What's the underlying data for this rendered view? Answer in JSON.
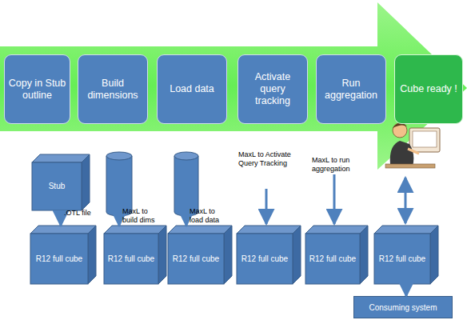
{
  "diagram": {
    "nodes": [
      {
        "text": [
          "Copy in Stub outline"
        ]
      },
      {
        "text": [
          "Build dimensions"
        ]
      },
      {
        "text": [
          "Load data"
        ]
      },
      {
        "text": [
          "Activate query tracking"
        ]
      },
      {
        "text": [
          "Run aggregation"
        ]
      },
      {
        "text": [
          "Cube ready !"
        ]
      },
      {
        "text": [
          "Stub"
        ]
      },
      {
        "text": []
      },
      {
        "text": []
      },
      {
        "text": [
          "R12 full cube"
        ]
      },
      {
        "text": [
          "R12 full cube"
        ]
      },
      {
        "text": [
          "R12 full cube"
        ]
      },
      {
        "text": [
          "R12 full cube"
        ]
      },
      {
        "text": [
          "R12 full cube"
        ]
      },
      {
        "text": [
          "R12 full cube"
        ]
      },
      {
        "text": [
          "Consuming system"
        ]
      }
    ],
    "edges": [
      {
        "from": 6,
        "to": 9,
        "arrow": "to",
        "label": ".OTL file"
      },
      {
        "from": 7,
        "to": 10,
        "arrow": "to",
        "label": "MaxL to build dims"
      },
      {
        "from": 8,
        "to": 11,
        "arrow": "to",
        "label": "MaxL to load data"
      },
      {
        "from": 14,
        "to": 15,
        "arrow": "to"
      }
    ],
    "labels": [
      "MaxL to Activate Query Tracking",
      "MaxL to run aggregation"
    ]
  }
}
